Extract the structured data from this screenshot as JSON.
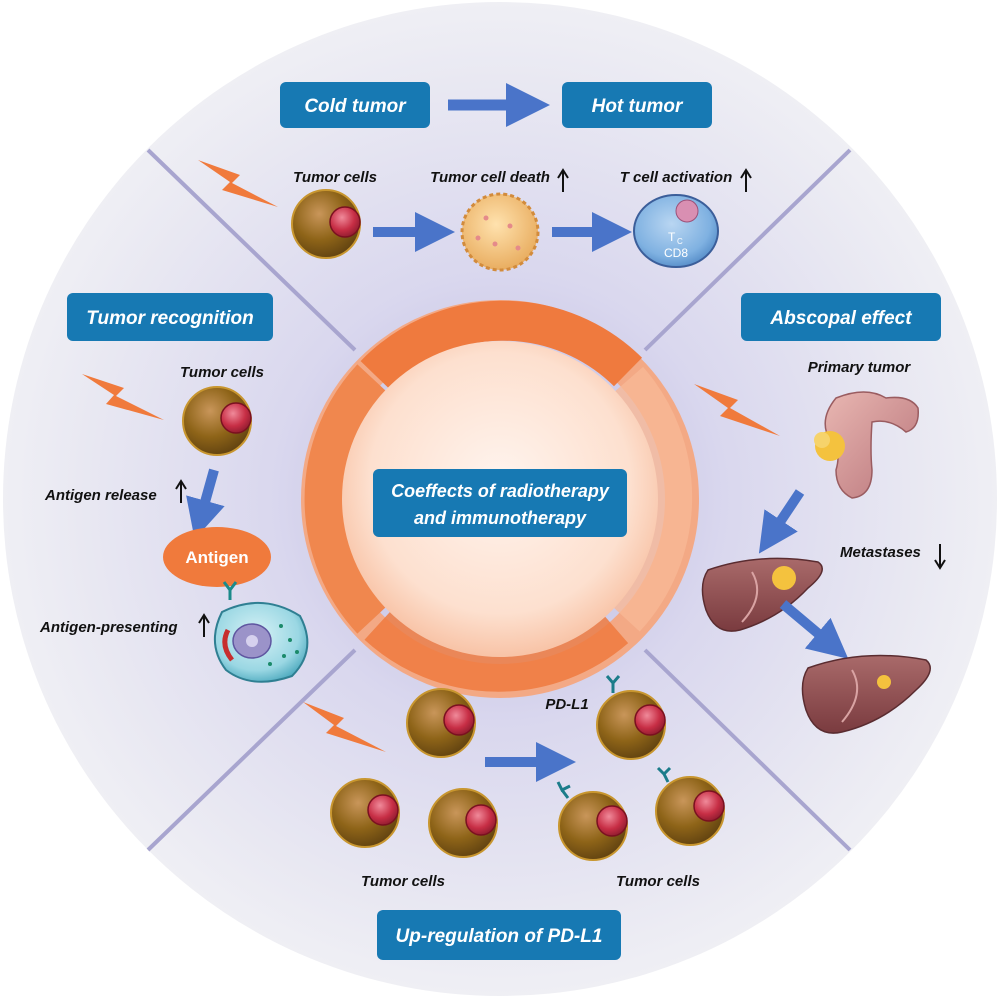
{
  "center": {
    "title_line1": "Coeffects of radiotherapy",
    "title_line2": "and immunotherapy"
  },
  "top": {
    "box_left": "Cold tumor",
    "box_right": "Hot tumor",
    "label_tumor_cells": "Tumor cells",
    "label_cell_death": "Tumor cell death",
    "label_t_cell_activation": "T cell activation",
    "tc_label_main": "T",
    "tc_label_sub": "C",
    "cd8_label": "CD8"
  },
  "left": {
    "box": "Tumor recognition",
    "label_tumor_cells": "Tumor cells",
    "label_antigen_release": "Antigen release",
    "antigen": "Antigen",
    "label_antigen_presenting": "Antigen-presenting"
  },
  "right": {
    "box": "Abscopal effect",
    "label_primary_tumor": "Primary tumor",
    "label_metastases": "Metastases"
  },
  "bottom": {
    "box": "Up-regulation of PD-L1",
    "label_pdl1": "PD-L1",
    "label_tumor_cells_left": "Tumor cells",
    "label_tumor_cells_right": "Tumor cells"
  },
  "colors": {
    "box_blue": "#1779b3",
    "arrow_blue": "#4a74c9",
    "ring_orange": "#f07a3c",
    "tumor_brown": "#8a6114",
    "nucleus_red": "#c72e45"
  }
}
